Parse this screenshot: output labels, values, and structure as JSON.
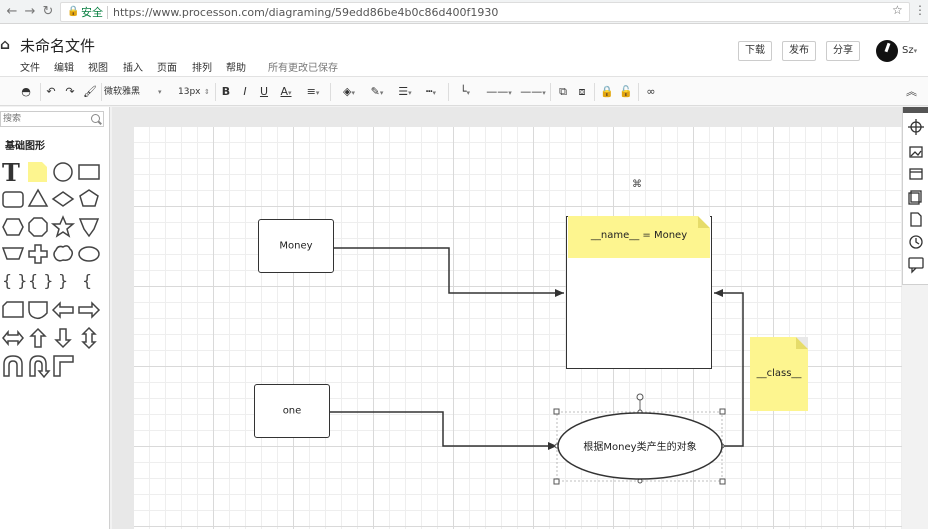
{
  "browser": {
    "secure_label": "安全",
    "url": "https://www.processon.com/diagraming/59edd86be4b0c86d400f1930"
  },
  "app": {
    "title": "未命名文件",
    "menu": [
      "文件",
      "编辑",
      "视图",
      "插入",
      "页面",
      "排列",
      "帮助"
    ],
    "saved_status": "所有更改已保存",
    "buttons": {
      "download": "下载",
      "publish": "发布",
      "share": "分享"
    },
    "user": "Sz"
  },
  "toolbar": {
    "font": "微软雅黑",
    "font_size": "13px"
  },
  "left_panel": {
    "search_placeholder": "搜索",
    "section_title": "基础图形"
  },
  "diagram": {
    "nodes": {
      "money": "Money",
      "one": "one",
      "note_name": "__name__ = Money",
      "note_class": "__class__",
      "ellipse": "根据Money类产生的对象"
    }
  }
}
